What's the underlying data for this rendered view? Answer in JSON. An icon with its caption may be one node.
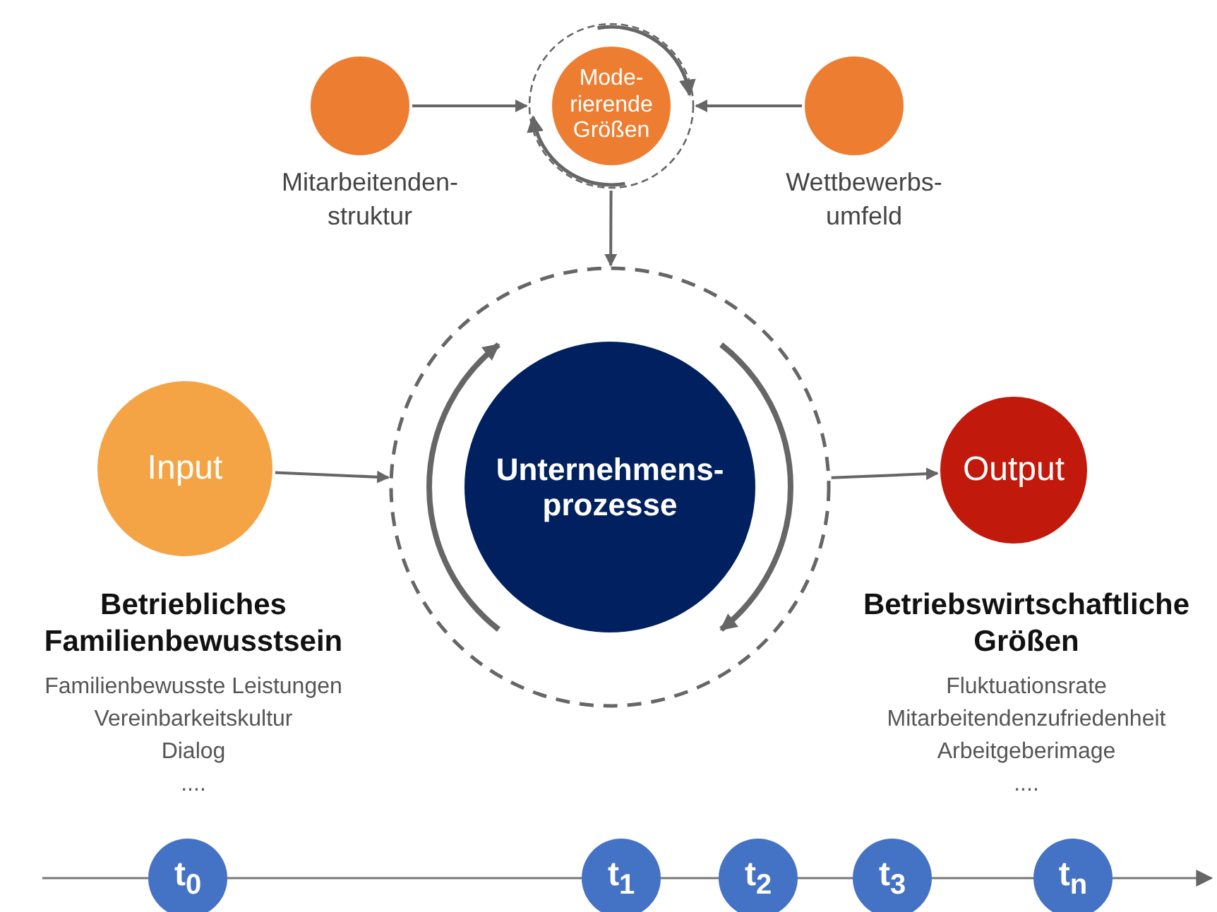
{
  "diagram": {
    "nodes": [
      {
        "text": [],
        "shape": "circle",
        "beside": [
          "Mitarbeitenden- struktur"
        ]
      },
      {
        "text": [
          "Mode- rierende Größen"
        ]
      },
      {
        "text": [],
        "shape": "circle",
        "beside": [
          "Wettbewerbs- umfeld"
        ]
      },
      {
        "text": [
          "Input"
        ],
        "beside": [
          "Betriebliches Familienbewusstsein",
          "Familienbewusste Leistungen",
          "Vereinbarkeitskultur",
          "Dialog",
          "...."
        ]
      },
      {
        "text": [
          "Unternehmens- prozesse"
        ]
      },
      {
        "text": [
          "Output"
        ],
        "beside": [
          "Betriebswirtschaftliche Größen",
          "Fluktuationsrate",
          "Mitarbeitendenzufriedenheit",
          "Arbeitgeberimage",
          "...."
        ]
      },
      {
        "text": [
          "t$_{0}$"
        ]
      },
      {
        "text": [
          "t$_{1}$"
        ]
      },
      {
        "text": [
          "t$_{2}$"
        ]
      },
      {
        "text": [
          "t$_{3}$"
        ]
      },
      {
        "text": [
          "t$_{n}$"
        ]
      }
    ],
    "edges": [
      {
        "from": 0,
        "to": 1,
        "arrow": "to"
      },
      {
        "from": 2,
        "to": 1,
        "arrow": "to"
      },
      {
        "from": 1,
        "to": 4,
        "arrow": "to"
      },
      {
        "from": 3,
        "to": 4,
        "arrow": "to"
      },
      {
        "from": 4,
        "to": 5,
        "arrow": "to"
      }
    ]
  }
}
